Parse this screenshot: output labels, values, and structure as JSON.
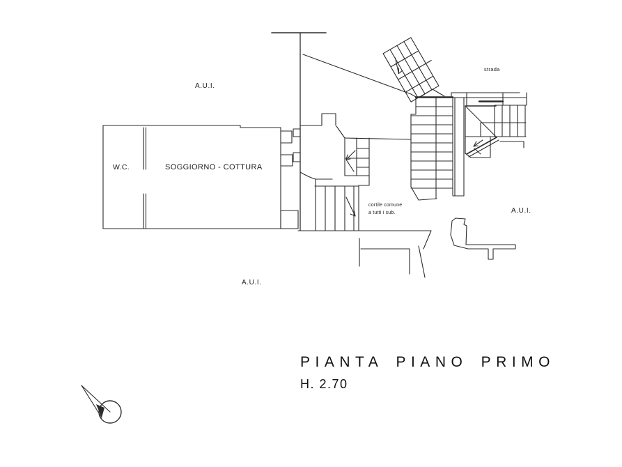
{
  "plan": {
    "rooms": {
      "wc": "W.C.",
      "living": "SOGGIORNO - COTTURA"
    },
    "annotations": {
      "aui_top": "A.U.I.",
      "aui_right": "A.U.I.",
      "aui_bottom": "A.U.I.",
      "strada": "strada",
      "cortile_line1": "cortile comune",
      "cortile_line2": "a tutti i sub."
    },
    "title_block": {
      "title": "PIANTA PIANO PRIMO",
      "height_note": "H. 2.70"
    },
    "colors": {
      "line": "#2b2b2b",
      "background": "#ffffff"
    }
  }
}
